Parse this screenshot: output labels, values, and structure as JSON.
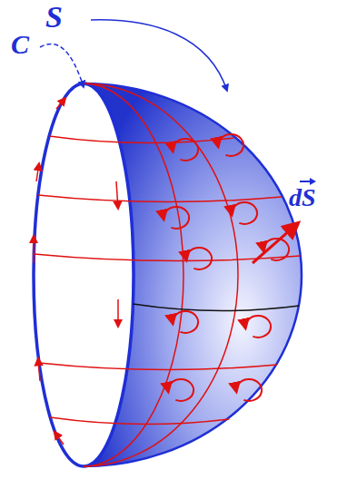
{
  "diagram": {
    "labels": [
      "S",
      "C",
      "dS"
    ]
  }
}
